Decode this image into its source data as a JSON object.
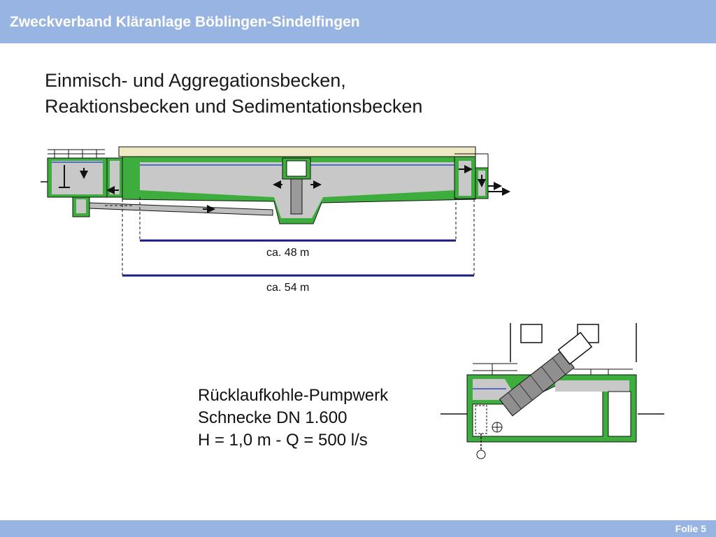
{
  "header": {
    "title": "Zweckverband Kläranlage Böblingen-Sindelfingen"
  },
  "slide": {
    "title_line1": "Einmisch- und Aggregationsbecken,",
    "title_line2": "Reaktionsbecken und Sedimentationsbecken"
  },
  "dimensions": {
    "inner": "ca. 48 m",
    "outer": "ca. 54 m"
  },
  "pumpwerk": {
    "line1": "Rücklaufkohle-Pumpwerk",
    "line2": "Schnecke DN 1.600",
    "line3": "H = 1,0 m  -  Q = 500 l/s"
  },
  "footer": {
    "label": "Folie 5"
  },
  "colors": {
    "header_bar": "#98b4e2",
    "concrete": "#3dae3d",
    "water_fill": "#c8c8c8",
    "water_line": "#3050c0",
    "roof": "#efe9c3",
    "dimension_line": "#1a1a80"
  }
}
